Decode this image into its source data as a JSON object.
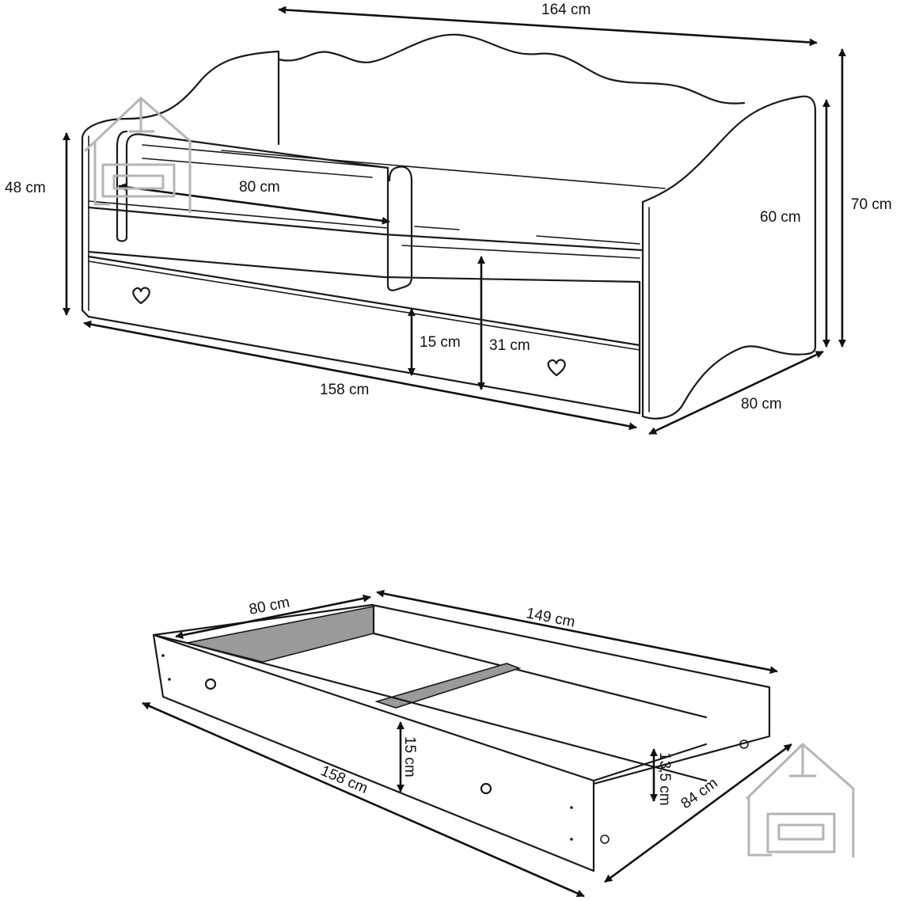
{
  "bed": {
    "length_total": "164 cm",
    "length_sleep": "158 cm",
    "height_total": "70 cm",
    "height_headboard": "60 cm",
    "height_front": "48 cm",
    "width": "80 cm",
    "guard_length": "80 cm",
    "drawer_height": "15 cm",
    "mattress_height": "31 cm"
  },
  "drawer": {
    "width": "80 cm",
    "length_inner": "149 cm",
    "length_front": "158 cm",
    "height_front": "15 cm",
    "height_side": "13,5 cm",
    "depth": "84 cm"
  },
  "watermark_icon": "house-sofa-icon"
}
